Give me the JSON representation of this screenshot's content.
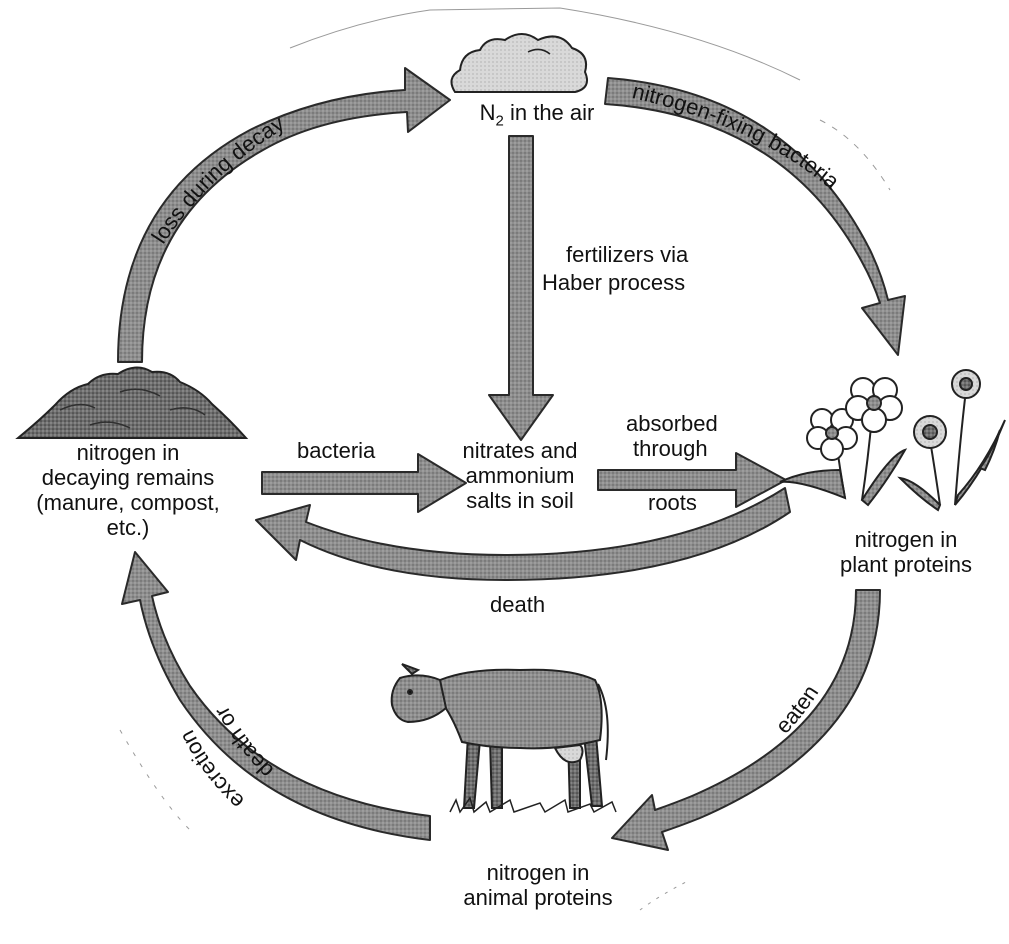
{
  "nodes": {
    "air": {
      "symbol": "N",
      "subscript": "2",
      "text": " in the air"
    },
    "soil": {
      "lines": [
        "nitrates and",
        "ammonium",
        "salts in soil"
      ]
    },
    "decay": {
      "lines": [
        "nitrogen in",
        "decaying remains",
        "(manure, compost,",
        "etc.)"
      ]
    },
    "plants": {
      "lines": [
        "nitrogen in",
        "plant proteins"
      ]
    },
    "animals": {
      "lines": [
        "nitrogen in",
        "animal proteins"
      ]
    }
  },
  "edges": {
    "loss_during_decay": "loss during decay",
    "nitrogen_fixing": "nitrogen-fixing bacteria",
    "fertilizers": [
      "fertilizers via",
      "Haber process"
    ],
    "bacteria": "bacteria",
    "absorbed_top": [
      "absorbed",
      "through"
    ],
    "absorbed_bottom": "roots",
    "death": "death",
    "eaten": "eaten",
    "death_or_excretion": [
      "death or",
      "excretion"
    ]
  },
  "colors": {
    "arrow_fill": "#8c8c8c",
    "arrow_stroke": "#2a2a2a",
    "text": "#111111"
  }
}
